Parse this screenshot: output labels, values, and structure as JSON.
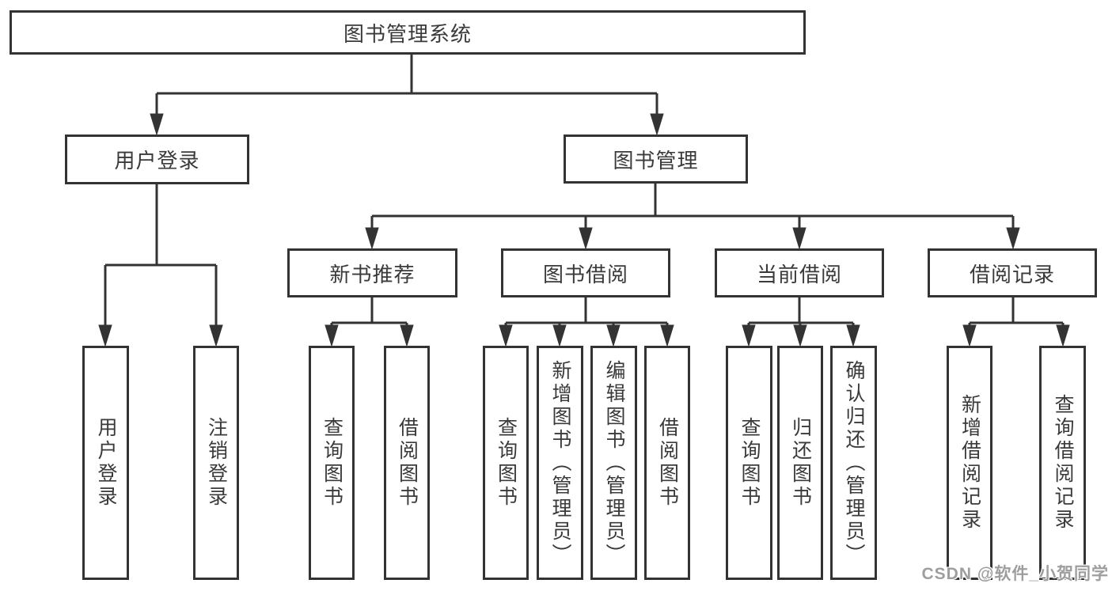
{
  "diagram": {
    "title": "图书管理系统",
    "watermark": "CSDN @软件_小贺同学",
    "colors": {
      "line": "#333333",
      "text": "#3a3a3a",
      "background": "#ffffff",
      "watermark": "#9e9e9e"
    },
    "nodes": {
      "root": "图书管理系统",
      "user_login": "用户登录",
      "book_mgmt": "图书管理",
      "new_book_rec": "新书推荐",
      "book_borrow": "图书借阅",
      "current_borrow": "当前借阅",
      "borrow_records": "借阅记录",
      "leaf_user_login": "用户登录",
      "leaf_logout": "注销登录",
      "leaf_query_book_1": "查询图书",
      "leaf_borrow_book_1": "借阅图书",
      "leaf_query_book_2": "查询图书",
      "leaf_add_book": "新增图书（管理员）",
      "leaf_edit_book": "编辑图书（管理员）",
      "leaf_borrow_book_2": "借阅图书",
      "leaf_query_book_3": "查询图书",
      "leaf_return_book": "归还图书",
      "leaf_confirm_return": "确认归还（管理员）",
      "leaf_add_record": "新增借阅记录",
      "leaf_query_record": "查询借阅记录"
    }
  }
}
